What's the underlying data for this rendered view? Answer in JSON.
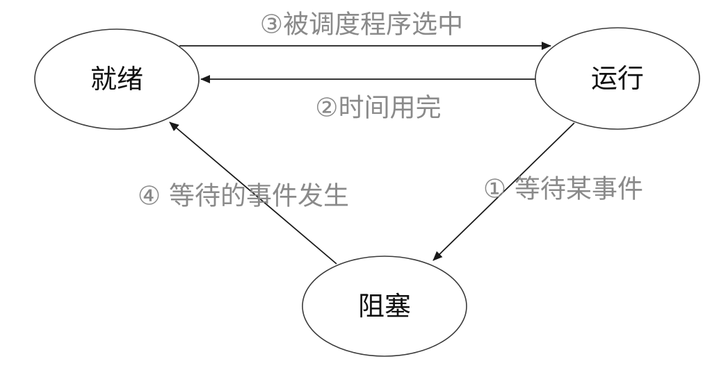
{
  "nodes": {
    "ready": "就绪",
    "running": "运行",
    "blocked": "阻塞"
  },
  "edges": {
    "ready_to_running": "③被调度程序选中",
    "running_to_ready": "②时间用完",
    "running_to_blocked": "① 等待某事件",
    "blocked_to_ready": "④ 等待的事件发生"
  },
  "colors": {
    "node_stroke": "#3a3a3a",
    "edge_stroke": "#1a1a1a",
    "edge_label": "#8a8a8a",
    "node_label": "#111111"
  }
}
